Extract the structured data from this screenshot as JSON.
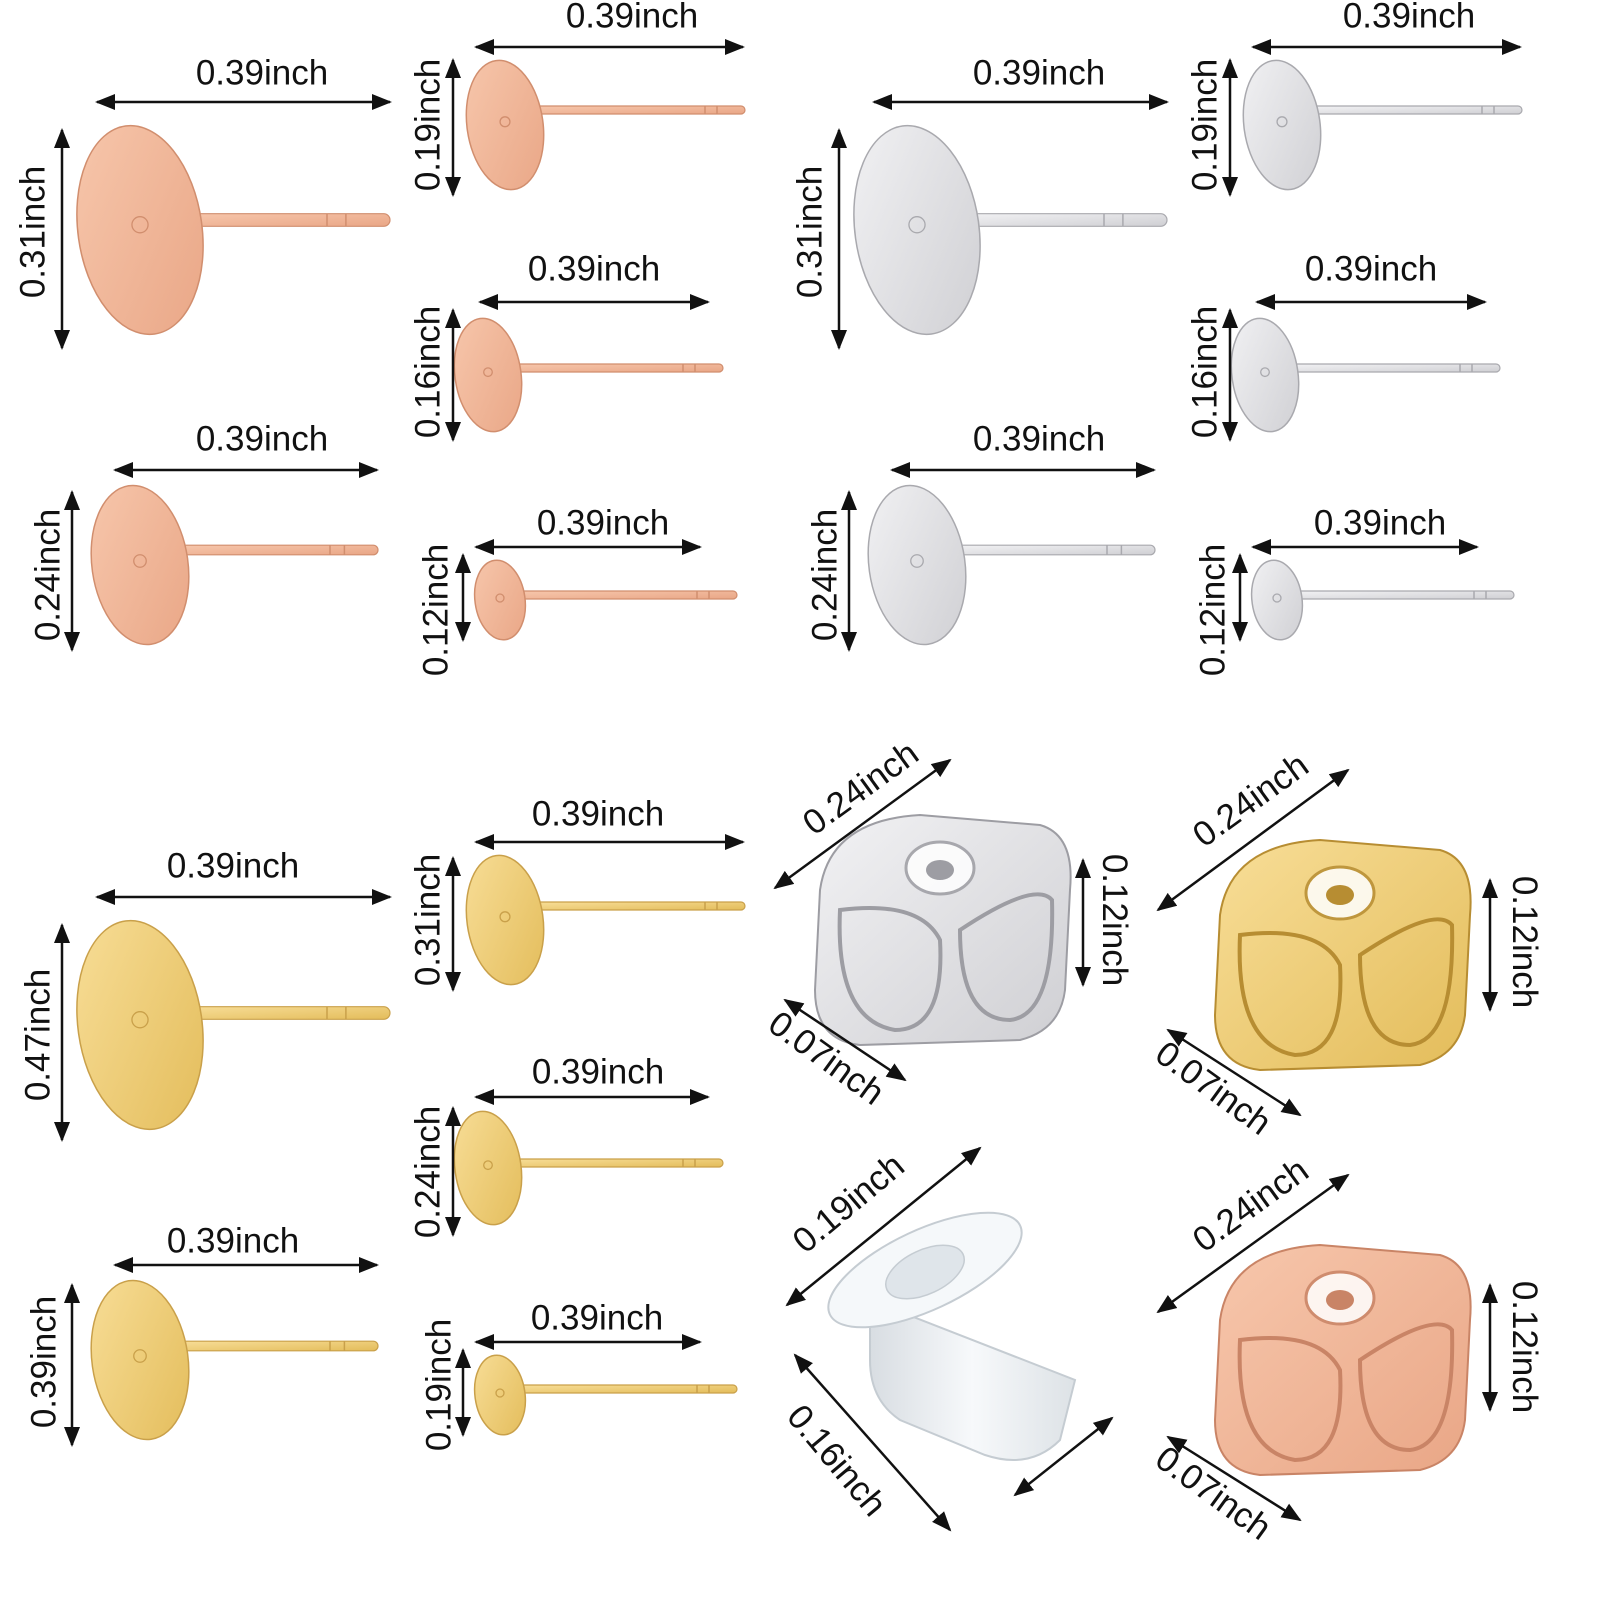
{
  "colors": {
    "rose_gold": "#f0b596",
    "silver": "#e2e2e4",
    "gold": "#f1d27f",
    "silicone": "#eef2f5",
    "dimension_line": "#111111"
  },
  "rose_gold_studs": [
    {
      "width": "0.39inch",
      "pad": "0.31inch"
    },
    {
      "width": "0.39inch",
      "pad": "0.19inch"
    },
    {
      "width": "0.39inch",
      "pad": "0.16inch"
    },
    {
      "width": "0.39inch",
      "pad": "0.24inch"
    },
    {
      "width": "0.39inch",
      "pad": "0.12inch"
    }
  ],
  "silver_studs": [
    {
      "width": "0.39inch",
      "pad": "0.31inch"
    },
    {
      "width": "0.39inch",
      "pad": "0.19inch"
    },
    {
      "width": "0.39inch",
      "pad": "0.16inch"
    },
    {
      "width": "0.39inch",
      "pad": "0.24inch"
    },
    {
      "width": "0.39inch",
      "pad": "0.12inch"
    }
  ],
  "gold_studs": [
    {
      "width": "0.39inch",
      "pad": "0.47inch"
    },
    {
      "width": "0.39inch",
      "pad": "0.31inch"
    },
    {
      "width": "0.39inch",
      "pad": "0.24inch"
    },
    {
      "width": "0.39inch",
      "pad": "0.39inch"
    },
    {
      "width": "0.39inch",
      "pad": "0.19inch"
    }
  ],
  "butterfly_backs": [
    {
      "finish": "silver",
      "length": "0.24inch",
      "height": "0.12inch",
      "depth": "0.07inch"
    },
    {
      "finish": "gold",
      "length": "0.24inch",
      "height": "0.12inch",
      "depth": "0.07inch"
    },
    {
      "finish": "rose_gold",
      "length": "0.24inch",
      "height": "0.12inch",
      "depth": "0.07inch"
    }
  ],
  "silicone_back": {
    "top": "0.19inch",
    "height": "0.16inch"
  }
}
